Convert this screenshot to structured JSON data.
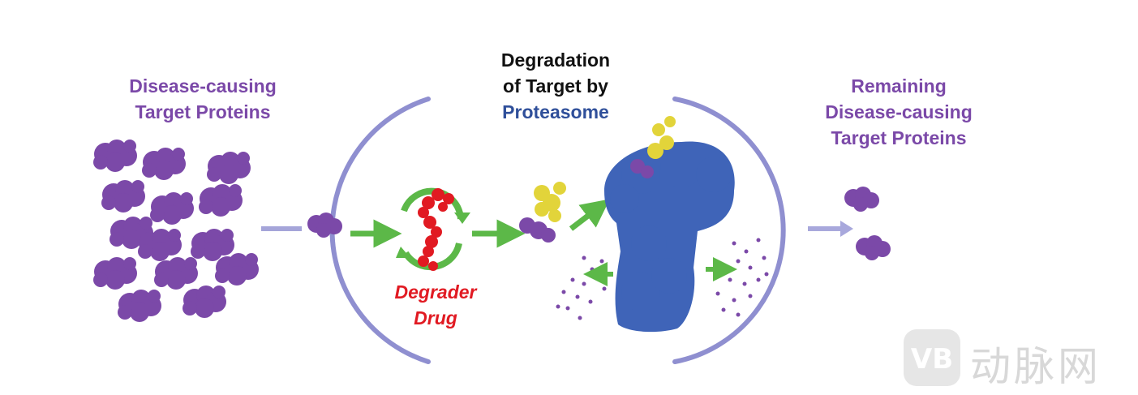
{
  "labels": {
    "left_line1": "Disease-causing",
    "left_line2": "Target Proteins",
    "center_line1": "Degradation",
    "center_line2": "of Target by",
    "center_line3": "Proteasome",
    "drug_line1": "Degrader",
    "drug_line2": "Drug",
    "right_line1": "Remaining",
    "right_line2": "Disease-causing",
    "right_line3": "Target Proteins"
  },
  "watermark": {
    "logo_text": "VB",
    "text": "动脉网"
  },
  "colors": {
    "protein": "#7b49a8",
    "proteasome": "#3f64b8",
    "drug": "#e11a22",
    "arrow": "#5cb848",
    "arc": "#8f8fd0",
    "ubiquitin": "#e2d43a",
    "center_title": "#111111",
    "proteasome_label": "#2f4f9a"
  },
  "icons": [
    "protein-cluster-icon",
    "degrader-drug-icon",
    "proteasome-icon",
    "arrow-icon",
    "recycle-icon"
  ]
}
